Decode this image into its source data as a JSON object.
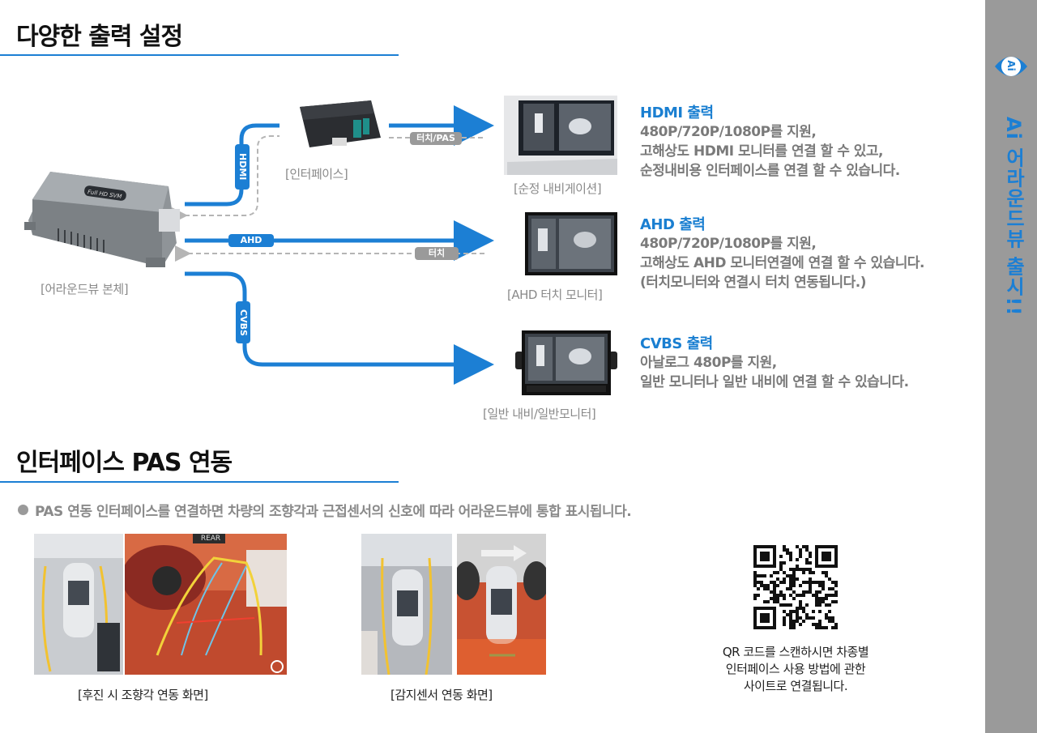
{
  "section1": {
    "title": "다양한 출력 설정"
  },
  "section2": {
    "title": "인터페이스 PAS 연동"
  },
  "devices": {
    "main_unit": "[어라운드뷰 본체]",
    "main_unit_label": "Full HD SVM",
    "interface": "[인터페이스]",
    "oem_nav": "[순정 내비게이션]",
    "ahd_monitor": "[AHD 터치 모니터]",
    "general_monitor": "[일반 내비/일반모니터]"
  },
  "connectors": {
    "hdmi": "HDMI",
    "ahd": "AHD",
    "cvbs": "CVBS",
    "touch_pas": "터치/PAS",
    "touch": "터치"
  },
  "outputs": [
    {
      "title": "HDMI 출력",
      "lines": [
        "480P/720P/1080P를 지원,",
        "고해상도 HDMI 모니터를 연결 할 수 있고,",
        "순정내비용 인터페이스를 연결 할  수 있습니다."
      ]
    },
    {
      "title": "AHD 출력",
      "lines": [
        "480P/720P/1080P를 지원,",
        "고해상도 AHD 모니터연결에 연결 할 수 있습니다.",
        "(터치모니터와 연결시 터치 연동됩니다.)"
      ]
    },
    {
      "title": "CVBS 출력",
      "lines": [
        "아날로그 480P를 지원,",
        "일반 모니터나 일반 내비에 연결 할 수 있습니다."
      ]
    }
  ],
  "pas": {
    "bullet_text": "PAS 연동 인터페이스를 연결하면 차량의 조향각과 근접센서의 신호에 따라 어라운드뷰에 통합 표시됩니다.",
    "rear_label": "REAR",
    "caption_steering": "[후진 시 조향각 연동  화면]",
    "caption_sensor": "[감지센서 연동 화면]"
  },
  "qr": {
    "lines": [
      "QR 코드를 스캔하시면 차종별",
      "인터페이스 사용 방법에 관한",
      "사이트로 연결됩니다."
    ]
  },
  "sidebar": {
    "logo": "Ai",
    "text": "Ai 어라운드뷰 출시!!"
  },
  "colors": {
    "accent_blue": "#1c7fd4",
    "sidebar_gray": "#9a9a9a",
    "dashed_gray": "#b5b5b5"
  }
}
